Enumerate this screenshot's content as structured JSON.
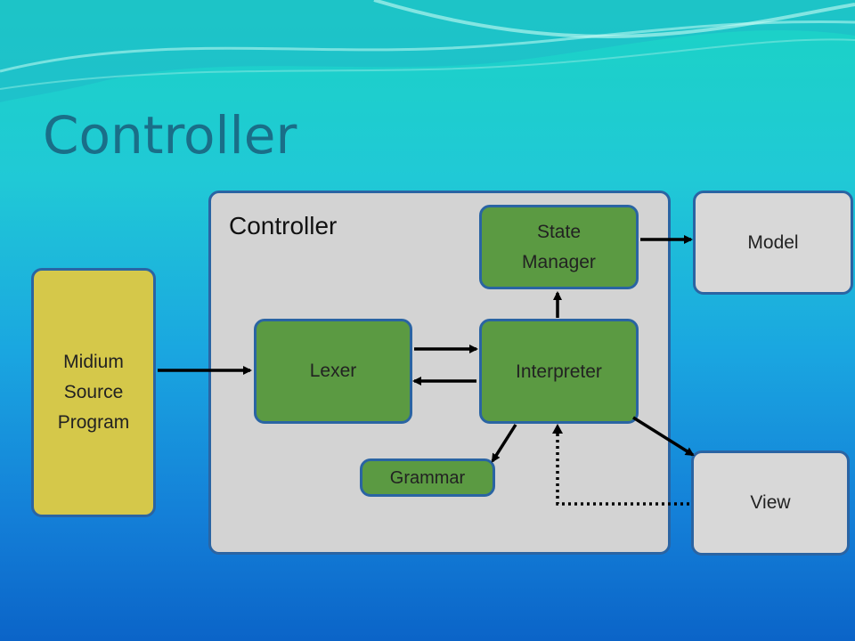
{
  "slide_title": "Controller",
  "controller_frame_label": "Controller",
  "nodes": {
    "source": [
      "Midium",
      "Source",
      "Program"
    ],
    "lexer": "Lexer",
    "interpreter": "Interpreter",
    "state_manager": [
      "State",
      "Manager"
    ],
    "grammar": "Grammar",
    "model": "Model",
    "view": "View"
  },
  "colors": {
    "title": "#1a6e88",
    "component_green": "#5b9a42",
    "source_yellow": "#d5c84a",
    "frame_gray": "#d3d3d3",
    "border_blue": "#2a64a3"
  }
}
